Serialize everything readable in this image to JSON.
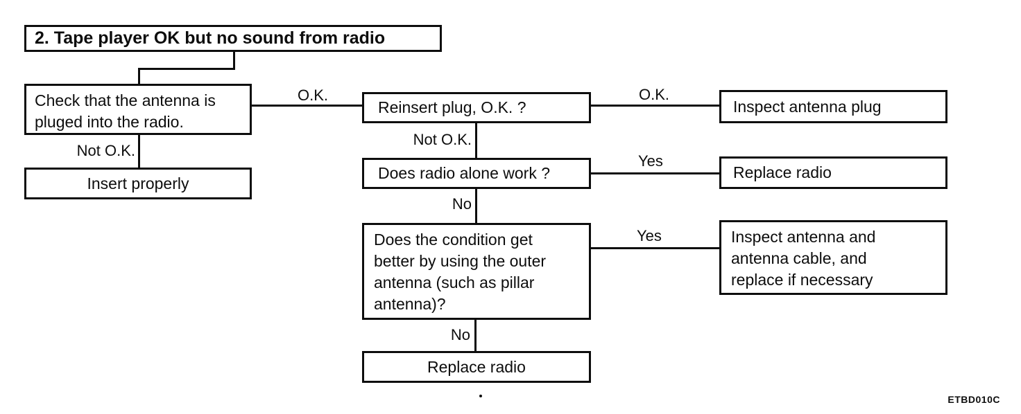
{
  "colors": {
    "ink": "#0d0d0d",
    "background": "#ffffff"
  },
  "diagram": {
    "title": "2. Tape player OK but no sound from radio",
    "doc_code": "ETBD010C",
    "nodes": {
      "check_antenna": {
        "lines": [
          "Check that the antenna is",
          "pluged into the radio."
        ]
      },
      "insert_properly": {
        "label": "Insert properly"
      },
      "reinsert_plug": {
        "label": "Reinsert plug, O.K. ?"
      },
      "inspect_plug": {
        "label": "Inspect antenna plug"
      },
      "radio_alone": {
        "label": "Does radio alone work ?"
      },
      "replace_radio_1": {
        "label": "Replace radio"
      },
      "condition_better": {
        "lines": [
          "Does the condition get",
          "better by using the outer",
          "antenna (such as pillar",
          "antenna)?"
        ]
      },
      "inspect_cable": {
        "lines": [
          "Inspect antenna and",
          "antenna cable, and",
          "replace if necessary"
        ]
      },
      "replace_radio_2": {
        "label": "Replace radio"
      }
    },
    "labels": {
      "ok1": "O.K.",
      "ok2": "O.K.",
      "not_ok1": "Not O.K.",
      "not_ok2": "Not O.K.",
      "yes1": "Yes",
      "yes2": "Yes",
      "no1": "No",
      "no2": "No"
    }
  }
}
